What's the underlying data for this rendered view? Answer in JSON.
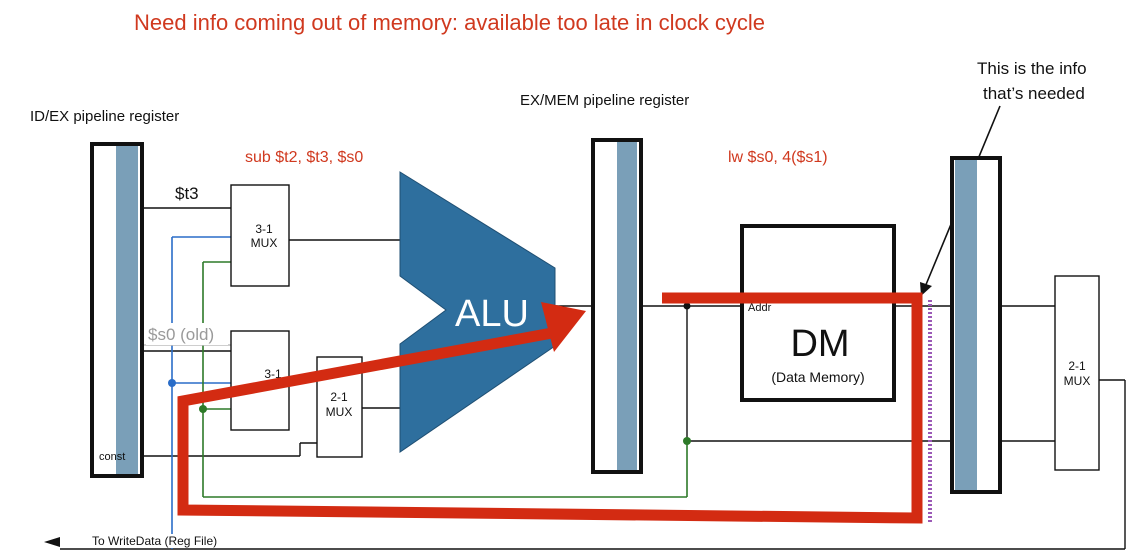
{
  "headline": "Need info coming out of memory: available too late in clock cycle",
  "callout": {
    "line1": "This is the info",
    "line2": "that’s needed"
  },
  "registers": {
    "id_ex": "ID/EX pipeline register",
    "ex_mem": "EX/MEM pipeline register"
  },
  "instructions": {
    "ex_stage": "sub $t2, $t3, $s0",
    "mem_stage": "lw $s0, 4($s1)"
  },
  "signals": {
    "t3": "$t3",
    "s0_old": "$s0 (old)",
    "const": "const",
    "addr": "Addr",
    "to_writedata": "To WriteData (Reg File)"
  },
  "units": {
    "alu": "ALU",
    "dm": "DM",
    "dm_sub": "(Data Memory)",
    "mux_top": {
      "line1": "3-1",
      "line2": "MUX"
    },
    "mux_bottom": {
      "line1": "3-1"
    },
    "mux_small": {
      "line1": "2-1",
      "line2": "MUX"
    },
    "mux_right": {
      "line1": "2-1",
      "line2": "MUX"
    }
  },
  "colors": {
    "headline": "#d0391f",
    "instruction": "#d0391f",
    "alu": "#2e6f9e",
    "register_fill": "#7a9fb8",
    "forward_path": "#d32b12",
    "blue_wire": "#2a6dc8",
    "green_wire": "#2d7a28",
    "purple": "#9b59b6"
  }
}
